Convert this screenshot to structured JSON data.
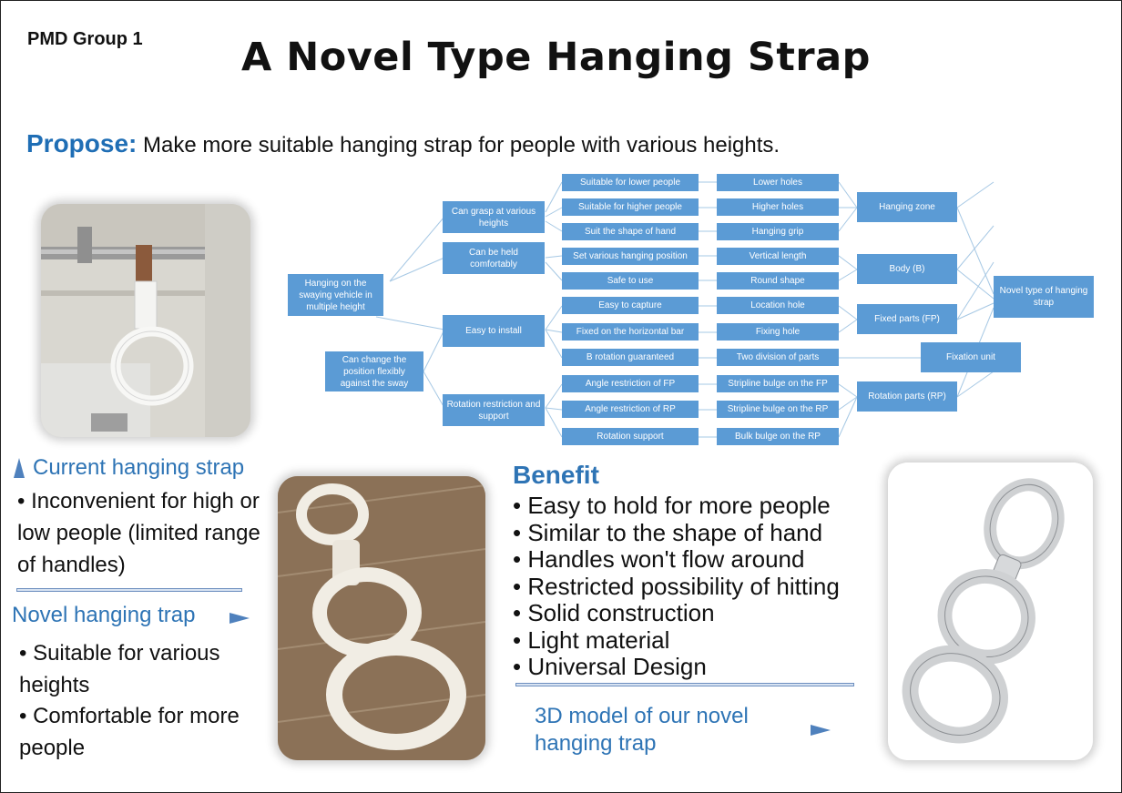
{
  "header": {
    "group": "PMD Group 1",
    "title": "A Novel Type Hanging Strap"
  },
  "propose": {
    "label": "Propose:",
    "text": "Make more suitable hanging strap for people with various heights."
  },
  "diagram": {
    "nodes": {
      "hanging_on_vehicle": "Hanging on the swaying vehicle in multiple  height",
      "can_change_position": "Can change the position flexibly against the sway",
      "grasp_heights": "Can grasp at various heights",
      "held_comfortably": "Can be held comfortably",
      "easy_install": "Easy to install",
      "rotation_restriction": "Rotation restriction and support",
      "suitable_lower": "Suitable for lower people",
      "suitable_higher": "Suitable for higher people",
      "suit_hand": "Suit the shape of hand",
      "set_position": "Set various hanging position",
      "safe_use": "Safe to use",
      "easy_capture": "Easy to capture",
      "fixed_bar": "Fixed on the horizontal bar",
      "b_rotation": "B rotation guaranteed",
      "angle_fp": "Angle restriction of FP",
      "angle_rp": "Angle restriction of RP",
      "rotation_support": "Rotation support",
      "lower_holes": "Lower holes",
      "higher_holes": "Higher holes",
      "hanging_grip": "Hanging grip",
      "vertical_length": "Vertical length",
      "round_shape": "Round shape",
      "location_hole": "Location hole",
      "fixing_hole": "Fixing hole",
      "two_division": "Two division of parts",
      "stripline_fp": "Stripline bulge on the FP",
      "stripline_rp": "Stripline bulge on the RP",
      "bulk_bulge": "Bulk bulge on the RP",
      "hanging_zone": "Hanging zone",
      "body_b": "Body (B)",
      "fixed_parts": "Fixed parts (FP)",
      "fixation_unit": "Fixation unit",
      "rotation_parts": "Rotation parts (RP)",
      "novel_type": "Novel type of hanging strap"
    }
  },
  "current": {
    "heading": "Current hanging strap",
    "bullet1": "• Inconvenient for high or low people (limited range of handles)"
  },
  "novel": {
    "heading": "Novel hanging trap",
    "bullet1": "• Suitable for various heights",
    "bullet2": "• Comfortable for more people"
  },
  "benefit": {
    "heading": "Benefit",
    "items": [
      "• Easy to hold for more people",
      "• Similar to the shape of hand",
      "• Handles won't flow around",
      "• Restricted possibility of hitting",
      "• Solid construction",
      "• Light material",
      "• Universal Design"
    ]
  },
  "model_caption": "3D model of our novel hanging trap",
  "colors": {
    "node": "#5b9bd5",
    "accent": "#2e74b5",
    "line": "#a6c8e4"
  }
}
